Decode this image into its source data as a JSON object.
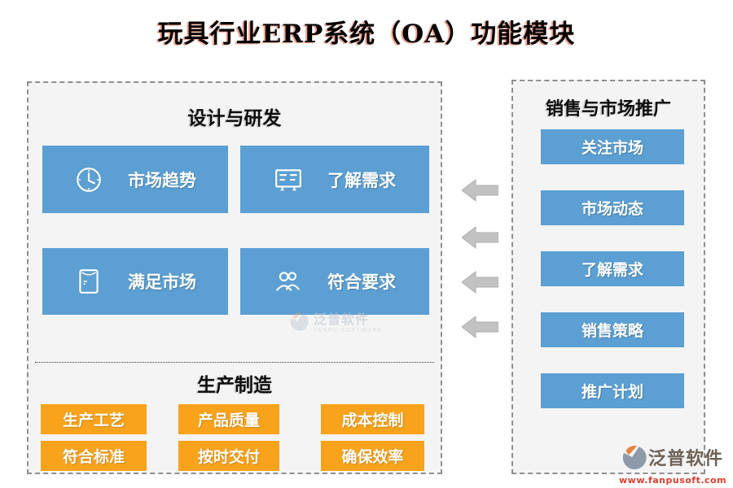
{
  "page": {
    "title": "玩具行业ERP系统（OA）功能模块"
  },
  "design_panel": {
    "title": "设计与研发",
    "buttons": [
      {
        "label": "市场趋势",
        "icon": "clock-icon"
      },
      {
        "label": "了解需求",
        "icon": "checklist-board-icon"
      },
      {
        "label": "满足市场",
        "icon": "envelope-icon"
      },
      {
        "label": "符合要求",
        "icon": "people-icon"
      }
    ]
  },
  "production_panel": {
    "title": "生产制造",
    "buttons": [
      "生产工艺",
      "产品质量",
      "成本控制",
      "符合标准",
      "按时交付",
      "确保效率"
    ]
  },
  "sales_panel": {
    "title": "销售与市场推广",
    "buttons": [
      "关注市场",
      "市场动态",
      "了解需求",
      "销售策略",
      "推广计划"
    ]
  },
  "watermark": {
    "name": "泛普软件",
    "subtitle": "FANPU SOFTWARE"
  },
  "brand": {
    "name": "泛普软件",
    "url": "www.fanpusoft.com"
  },
  "colors": {
    "module_blue": "#5b9fd3",
    "module_orange": "#f9a21b",
    "arrow_gray": "#c2c2c2",
    "panel_bg": "#f4f4f4",
    "title_shadow_red": "#de461e",
    "brand_red": "#e03c2e"
  },
  "arrows": {
    "count": 4,
    "direction": "left"
  }
}
